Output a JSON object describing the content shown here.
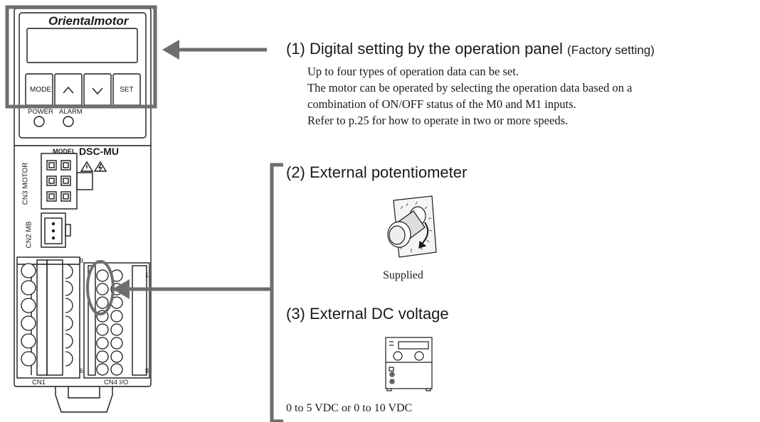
{
  "device": {
    "brand": "Orientalmotor",
    "buttons": {
      "mode": "MODE",
      "set": "SET"
    },
    "led_labels": {
      "power": "POWER",
      "alarm": "ALARM"
    },
    "model_prefix": "MODEL",
    "model_name": "DSC-MU",
    "connectors": {
      "cn3": "CN3 MOTOR",
      "cn2": "CN2 MB",
      "cn1": "CN1",
      "cn4": "CN4 I/O",
      "pin_9": "9",
      "pin_6": "6",
      "pin_1": "1",
      "pin_8": "8"
    }
  },
  "options": {
    "panel": {
      "title": "(1) Digital setting by the operation panel",
      "note": "(Factory setting)",
      "lines": [
        "Up to four types of operation data can be set.",
        "The motor can be operated by selecting the operation data based on a",
        "combination of ON/OFF status of the M0 and M1 inputs.",
        "Refer to p.25 for how to operate in two or more speeds."
      ]
    },
    "potentiometer": {
      "title": "(2) External potentiometer",
      "caption": "Supplied"
    },
    "dc_voltage": {
      "title": "(3) External DC voltage",
      "caption": "0 to 5 VDC or 0 to 10 VDC"
    }
  },
  "colors": {
    "highlight": "#6e6e6e",
    "line": "#1a1a1a",
    "background": "#ffffff"
  }
}
